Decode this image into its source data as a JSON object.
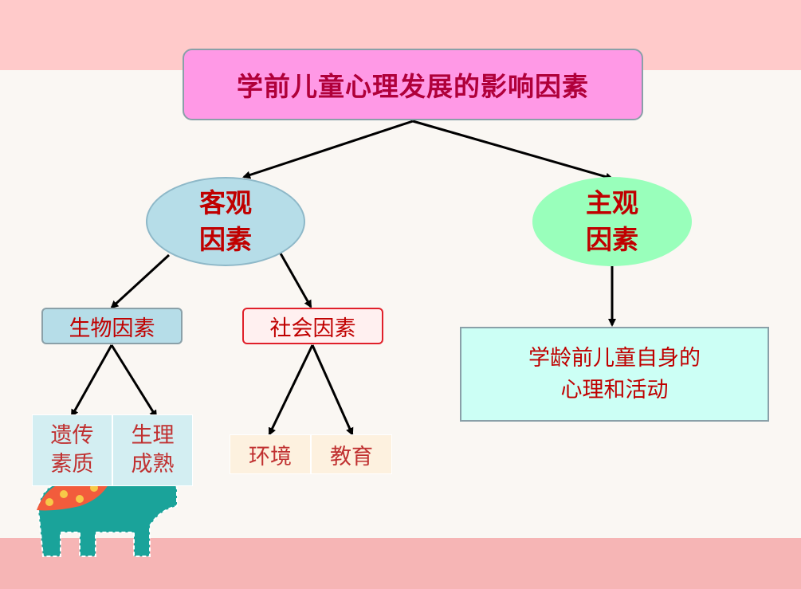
{
  "title": "学前儿童心理发展的影响因素",
  "objective": {
    "line1": "客观",
    "line2": "因素"
  },
  "subjective": {
    "line1": "主观",
    "line2": "因素"
  },
  "biological": "生物因素",
  "social": "社会因素",
  "heredity": {
    "line1": "遗传",
    "line2": "素质"
  },
  "maturity": {
    "line1": "生理",
    "line2": "成熟"
  },
  "environment": "环境",
  "education": "教育",
  "self_activity": {
    "line1": "学龄前儿童自身的",
    "line2": "心理和活动"
  },
  "colors": {
    "title_bg": "#ff99e6",
    "objective_bg": "#b6dde8",
    "subjective_bg": "#99ffbb",
    "text_red": "#c00000",
    "top_band": "#ffcaca",
    "bottom_band": "#f6b5b5"
  },
  "decoration": {
    "icon": "cartoon-elephant"
  }
}
